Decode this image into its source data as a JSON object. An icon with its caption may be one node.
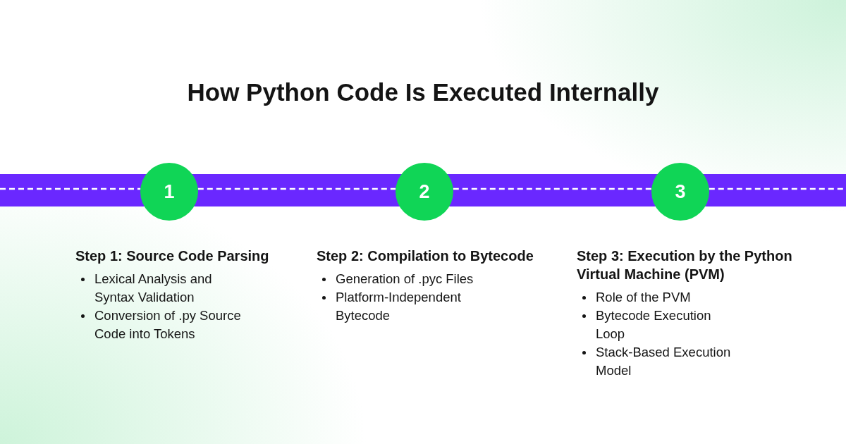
{
  "diagram": {
    "title": "How Python Code Is Executed Internally",
    "nodes": [
      {
        "text": [
          "1"
        ],
        "beside": [
          "Step 1: Source Code Parsing",
          "Lexical Analysis and Syntax Validation",
          "Conversion of .py Source Code into Tokens"
        ]
      },
      {
        "text": [
          "2"
        ],
        "beside": [
          "Step 2: Compilation to Bytecode",
          "Generation of .pyc Files",
          "Platform-Independent Bytecode"
        ]
      },
      {
        "text": [
          "3"
        ],
        "beside": [
          "Step 3: Execution by the Python Virtual Machine (PVM)",
          "Role of the PVM",
          "Bytecode Execution Loop",
          "Stack-Based Execution Model"
        ]
      }
    ],
    "edges": [
      {
        "from": null,
        "to": 0,
        "arrow": "none",
        "style": "dashed"
      },
      {
        "from": 0,
        "to": 1,
        "arrow": "none",
        "style": "dashed"
      },
      {
        "from": 1,
        "to": 2,
        "arrow": "none",
        "style": "dashed"
      },
      {
        "from": 2,
        "to": null,
        "arrow": "none",
        "style": "dashed"
      }
    ]
  }
}
